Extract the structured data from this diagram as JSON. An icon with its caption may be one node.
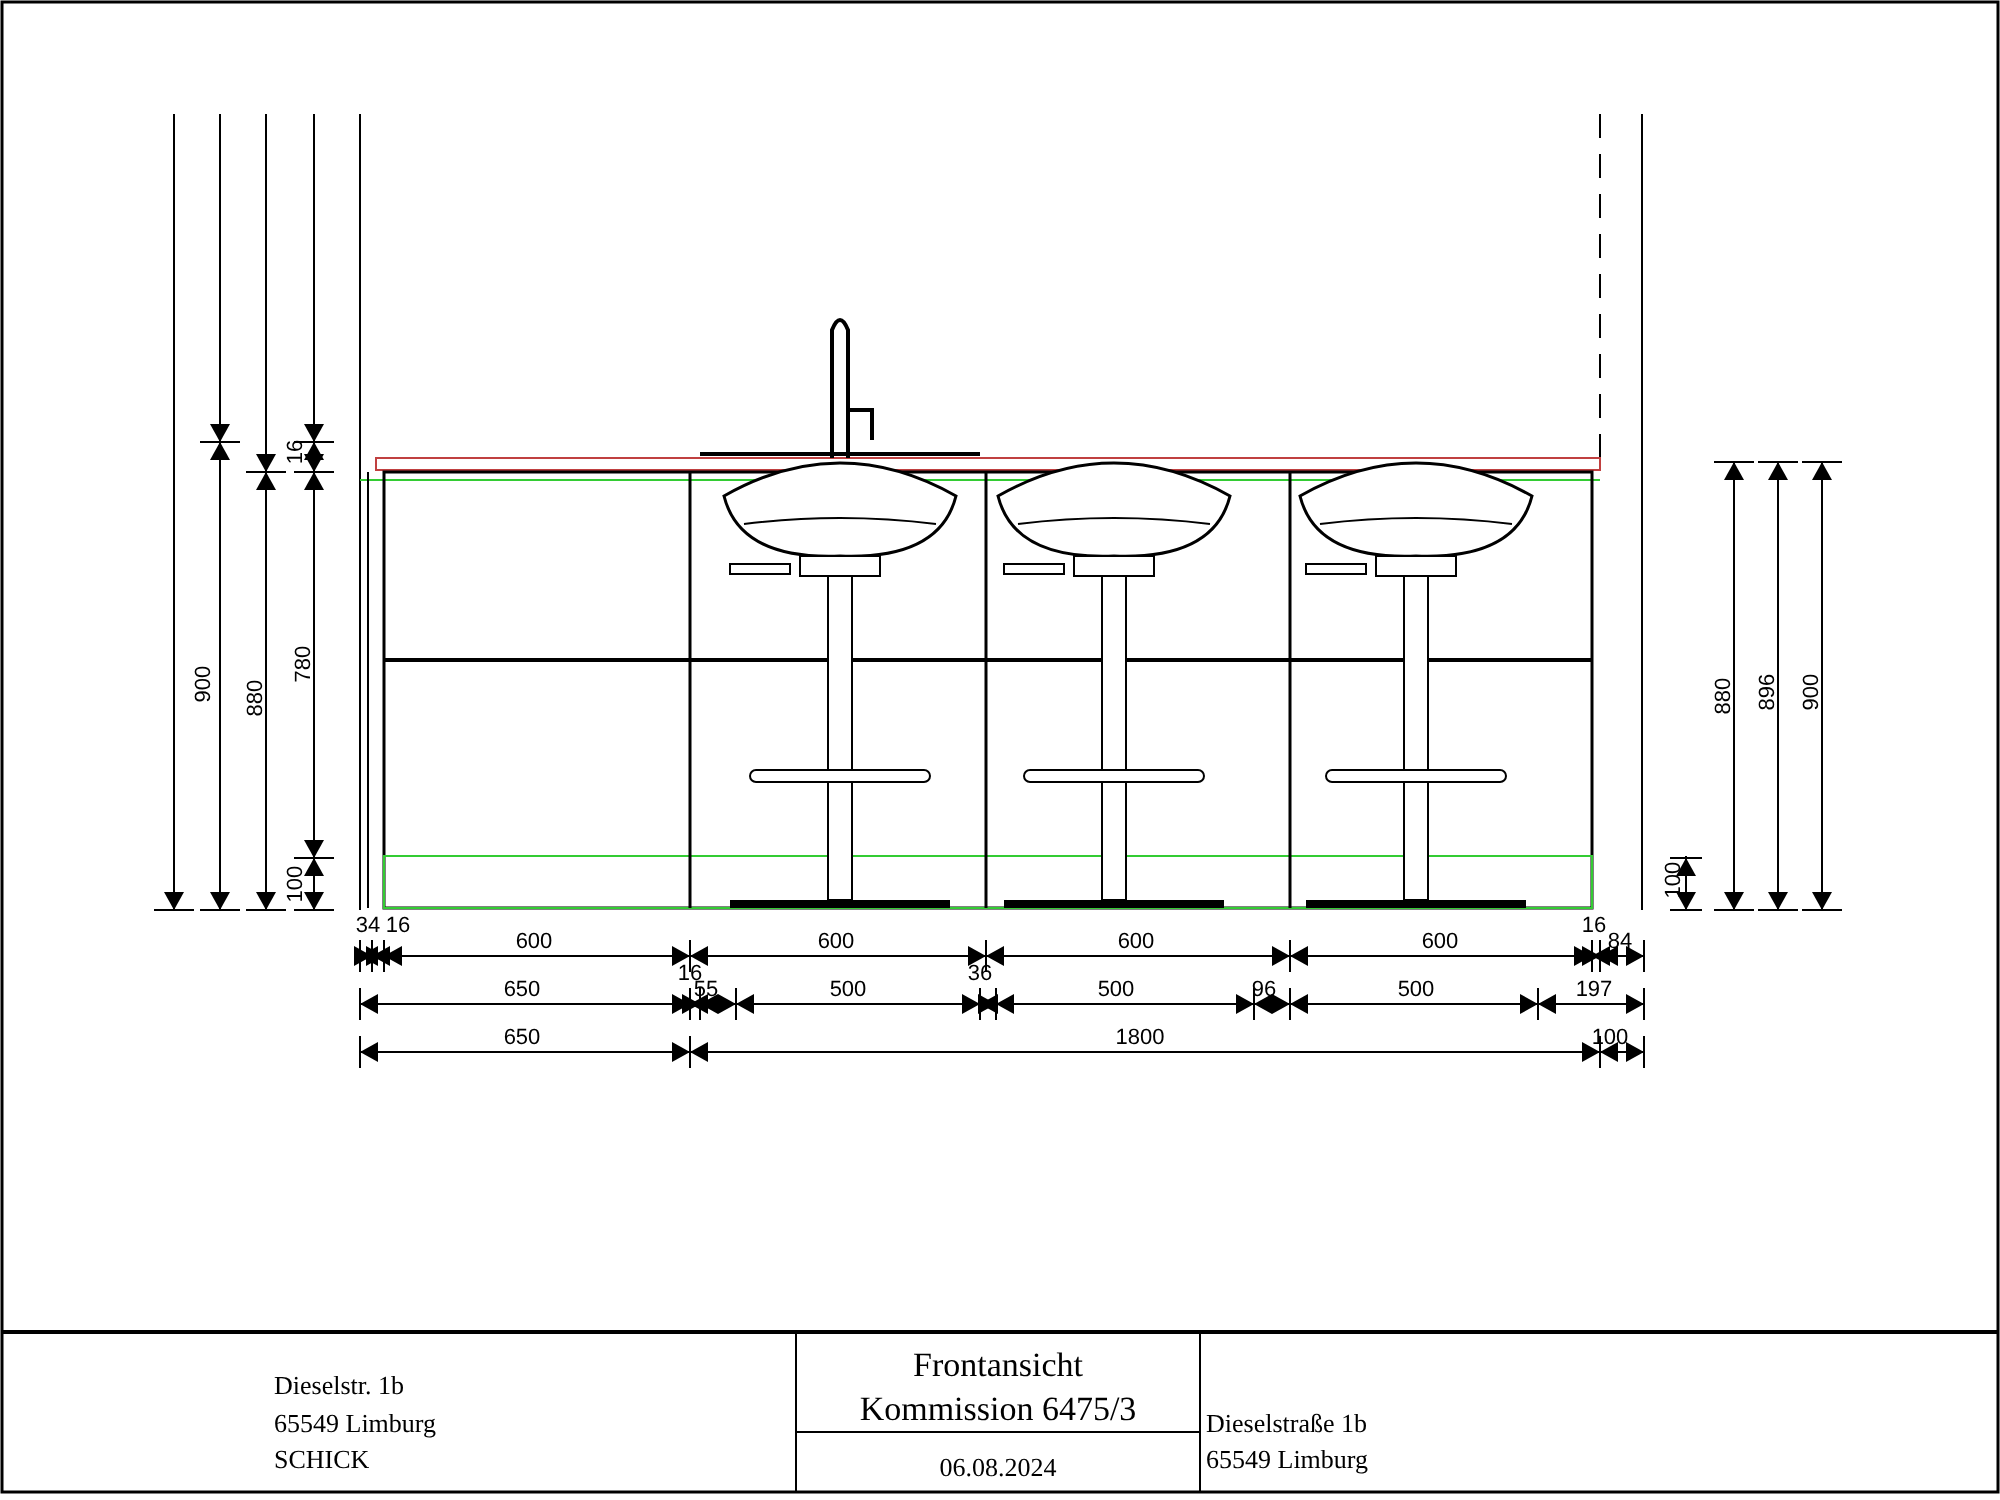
{
  "diagram": {
    "labels": [
      "16",
      "900",
      "880",
      "780",
      "100",
      "880",
      "896",
      "900",
      "100",
      "34",
      "16",
      "600",
      "600",
      "600",
      "600",
      "16",
      "84",
      "650",
      "16",
      "55",
      "500",
      "36",
      "500",
      "96",
      "500",
      "197",
      "650",
      "1800",
      "100",
      "Dieselstr. 1b",
      "65549 Limburg",
      "SCHICK",
      "Frontansicht",
      "Kommission 6475/3",
      "06.08.2024",
      "Dieselstraße 1b",
      "65549 Limburg"
    ]
  }
}
